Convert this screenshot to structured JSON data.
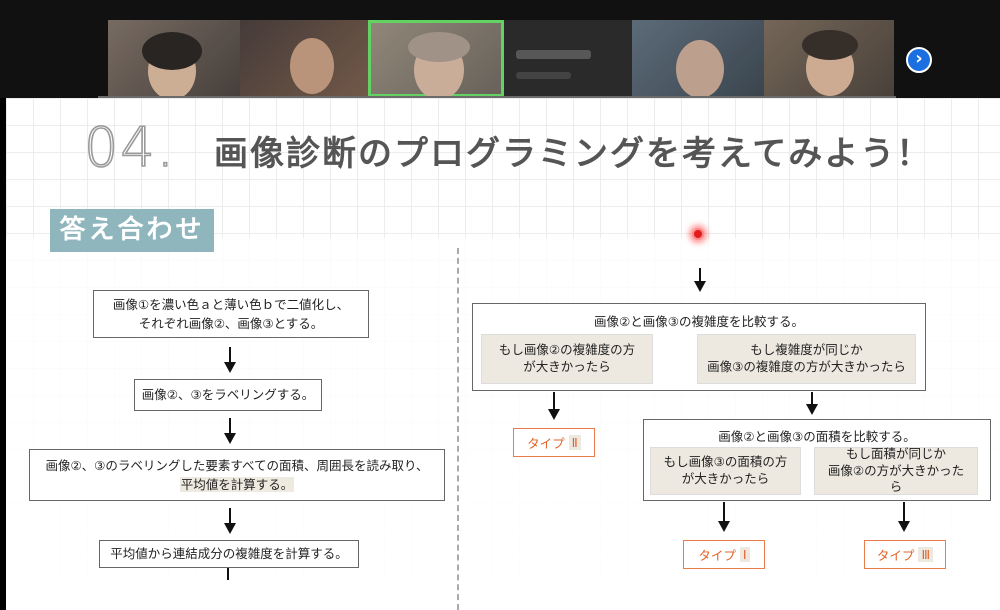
{
  "slide": {
    "number": "04.",
    "title": "画像診断のプログラミングを考えてみよう！",
    "section_label": "答え合わせ"
  },
  "left_flow": {
    "step1_line1": "画像①を濃い色ａと薄い色ｂで二値化し、",
    "step1_line2": "それぞれ画像②、画像③とする。",
    "step2": "画像②、③をラベリングする。",
    "step3_line1": "画像②、③のラベリングした要素すべての面積、周囲長を読み取り、",
    "step3_line2": "平均値を計算する。",
    "step4": "平均値から連結成分の複雑度を計算する。"
  },
  "right_flow": {
    "compare1": "画像②と画像③の複雑度を比較する。",
    "cond1_line1": "もし画像②の複雑度の方",
    "cond1_line2": "が大きかったら",
    "cond2_line1": "もし複雑度が同じか",
    "cond2_line2": "画像③の複雑度の方が大きかったら",
    "type_a_label": "タイプ",
    "type_a_numeral": "Ⅱ",
    "compare2": "画像②と画像③の面積を比較する。",
    "cond3_line1": "もし画像③の面積の方",
    "cond3_line2": "が大きかったら",
    "cond4_line1": "もし面積が同じか",
    "cond4_line2": "画像②の方が大きかった",
    "cond4_line3": "ら",
    "type_b_label": "タイプ",
    "type_b_numeral": "Ⅰ",
    "type_c_label": "タイプ",
    "type_c_numeral": "Ⅲ"
  },
  "colors": {
    "section_tag": "#8fb6bd",
    "type_border": "#e87c4a",
    "highlight": "#efeae0",
    "active_speaker": "#5ad05a",
    "next_button": "#1b6fe0"
  },
  "icons": {
    "next": "chevron-right-icon"
  }
}
